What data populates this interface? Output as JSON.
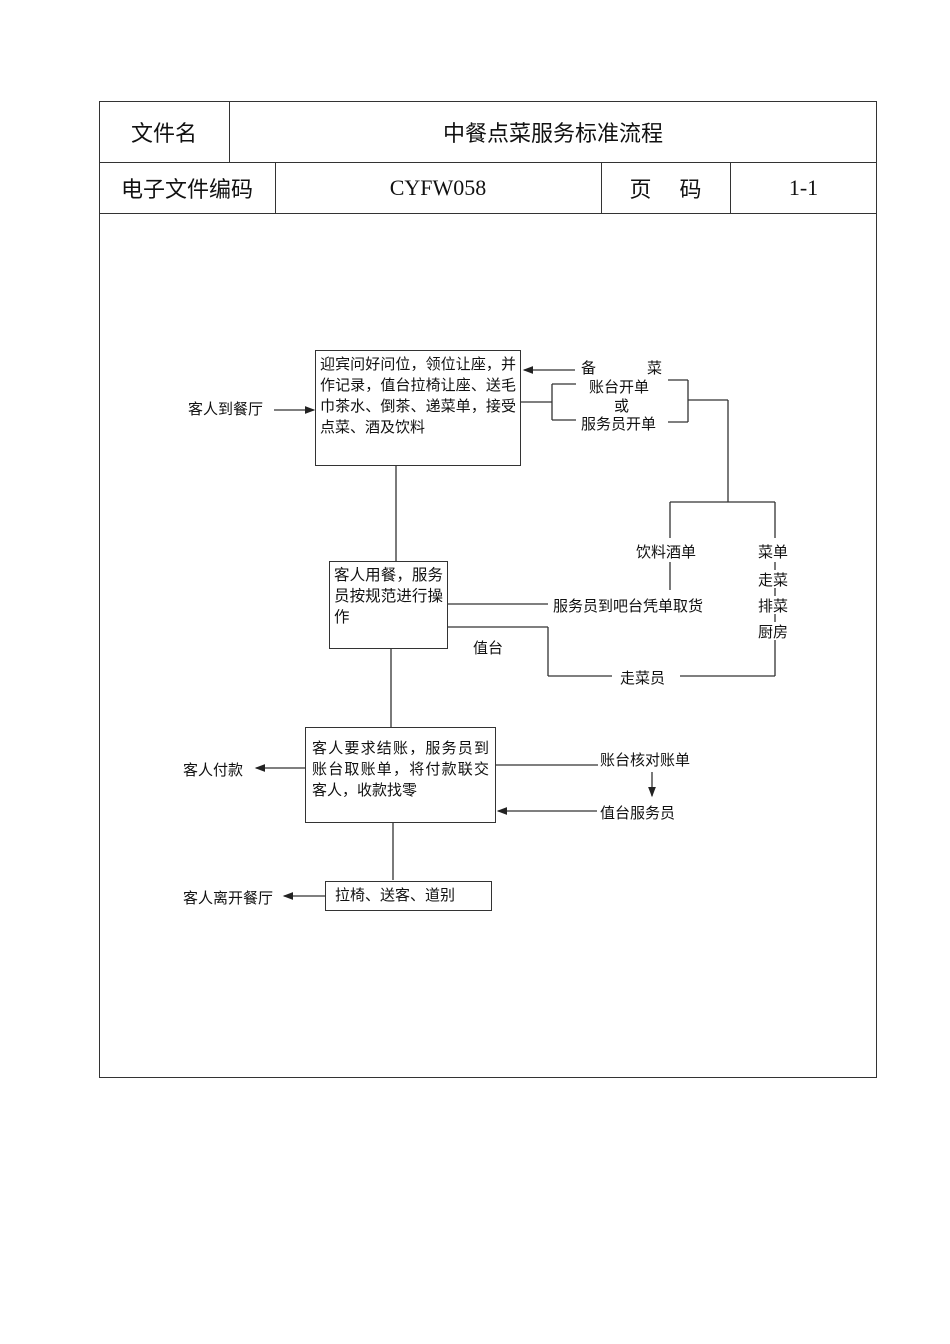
{
  "header": {
    "file_name_label": "文件名",
    "file_name_value": "中餐点菜服务标准流程",
    "code_label": "电子文件编码",
    "code_value": "CYFW058",
    "page_label": "页    码",
    "page_value": "1-1"
  },
  "flow": {
    "box_greet": "迎宾问好问位，领位让座，并作记录，值台拉椅让座、送毛巾茶水、倒茶、递菜单，接受点菜、酒及饮料",
    "box_dining": "客人用餐，服务员按规范进行操作",
    "box_checkout": "客人要求结账，服务员到账台取账单，将付款联交客人，收款找零",
    "box_farewell": "拉椅、送客、道别",
    "guest_arrive": "客人到餐厅",
    "prep_left": "备",
    "prep_right": "菜",
    "cashier_order": "账台开单",
    "or": "或",
    "waiter_order": "服务员开单",
    "drinks_list": "饮料酒单",
    "dish_list": "菜单",
    "dish_run": "走菜",
    "dish_queue": "排菜",
    "kitchen": "厨房",
    "bar_pickup": "服务员到吧台凭单取货",
    "table_attendant": "值台",
    "runner": "走菜员",
    "guest_pay": "客人付款",
    "cashier_verify": "账台核对账单",
    "table_waiter": "值台服务员",
    "guest_leave": "客人离开餐厅"
  }
}
